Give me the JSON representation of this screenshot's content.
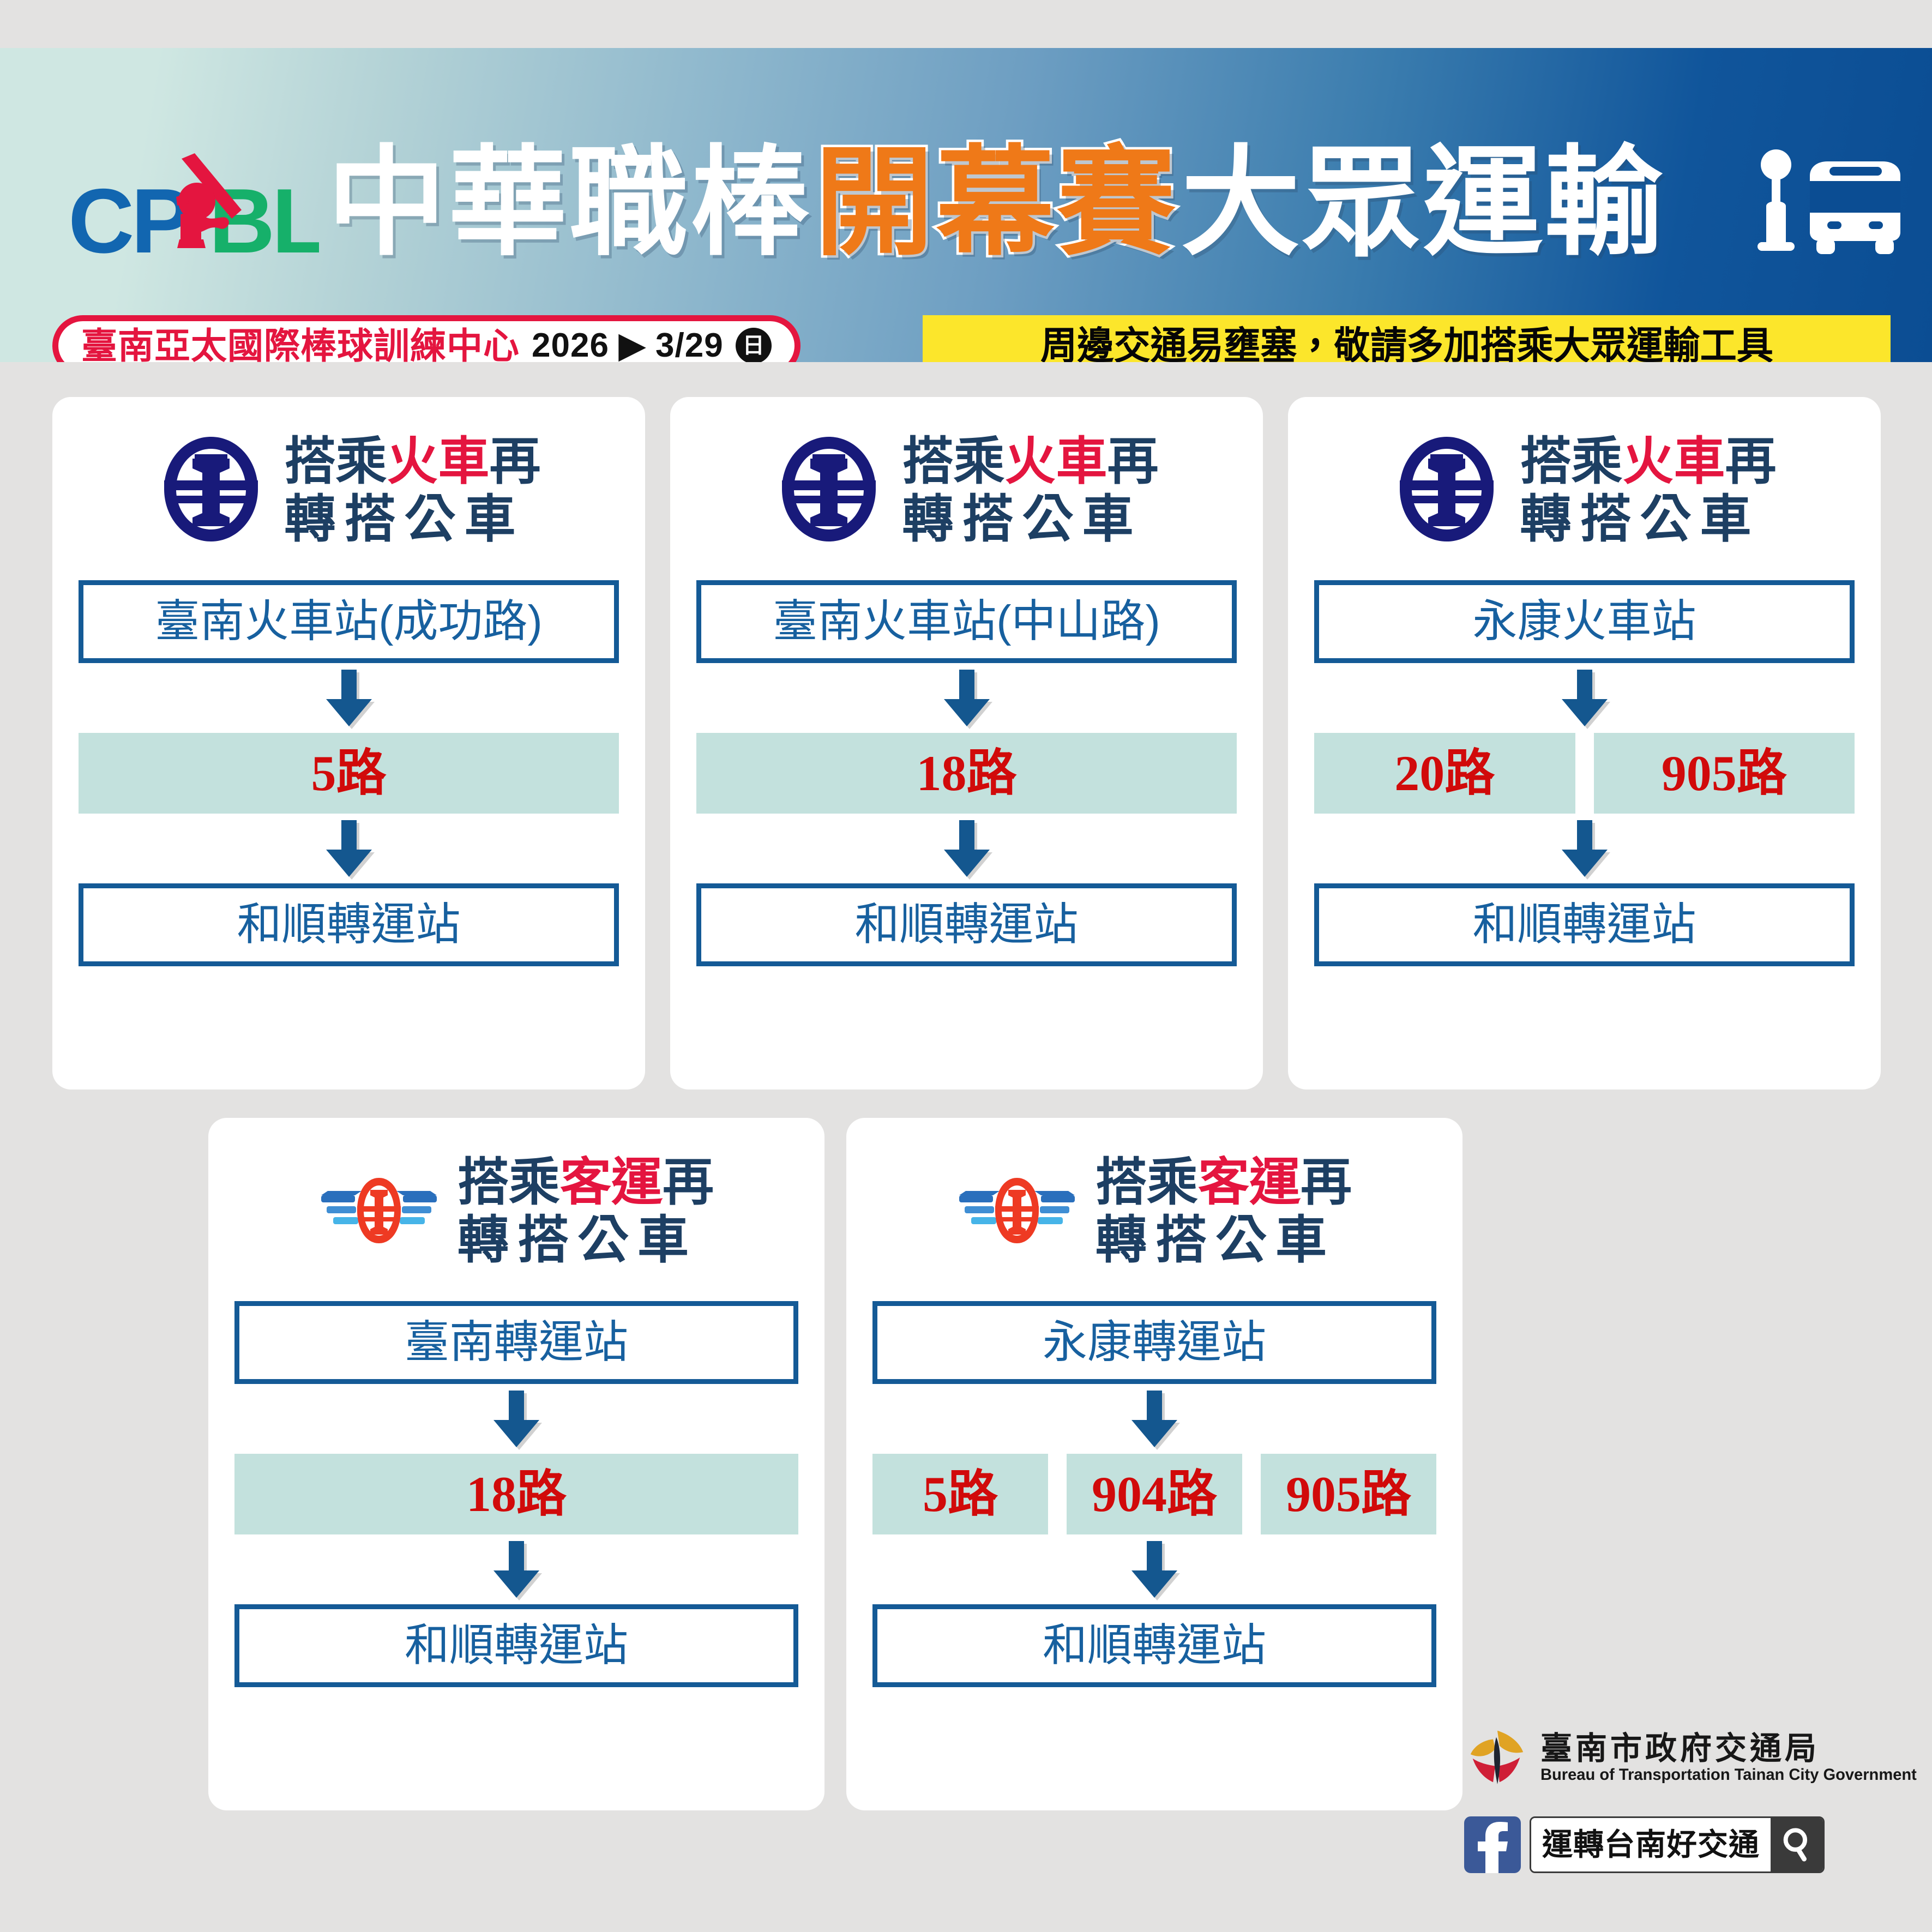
{
  "header": {
    "brand_logo": "cpbl-logo",
    "headline_segments": [
      {
        "text": "中華職棒",
        "style": "white"
      },
      {
        "text": "開幕賽",
        "style": "orange"
      },
      {
        "text": "大眾運輸",
        "style": "white"
      }
    ],
    "venue": {
      "name": "臺南亞太國際棒球訓練中心",
      "date": "2026 ▶ 3/29",
      "weekday": "日"
    },
    "notice": "周邊交通易壅塞，敬請多加搭乘大眾運輸工具",
    "icons": [
      "bus-stop-pole-icon",
      "bus-front-icon"
    ]
  },
  "cards": [
    {
      "logo": "taiwan-railway-logo",
      "title_line1_prefix": "搭乘",
      "title_line1_highlight": "火車",
      "title_line1_suffix": "再",
      "title_line2": "轉搭公車",
      "origin": "臺南火車站(成功路)",
      "routes": [
        "5路"
      ],
      "destination": "和順轉運站"
    },
    {
      "logo": "taiwan-railway-logo",
      "title_line1_prefix": "搭乘",
      "title_line1_highlight": "火車",
      "title_line1_suffix": "再",
      "title_line2": "轉搭公車",
      "origin": "臺南火車站(中山路)",
      "routes": [
        "18路"
      ],
      "destination": "和順轉運站"
    },
    {
      "logo": "taiwan-railway-logo",
      "title_line1_prefix": "搭乘",
      "title_line1_highlight": "火車",
      "title_line1_suffix": "再",
      "title_line2": "轉搭公車",
      "origin": "永康火車站",
      "routes": [
        "20路",
        "905路"
      ],
      "destination": "和順轉運站"
    },
    {
      "logo": "highway-bureau-logo",
      "title_line1_prefix": "搭乘",
      "title_line1_highlight": "客運",
      "title_line1_suffix": "再",
      "title_line2": "轉搭公車",
      "origin": "臺南轉運站",
      "routes": [
        "18路"
      ],
      "destination": "和順轉運站"
    },
    {
      "logo": "highway-bureau-logo",
      "title_line1_prefix": "搭乘",
      "title_line1_highlight": "客運",
      "title_line1_suffix": "再",
      "title_line2": "轉搭公車",
      "origin": "永康轉運站",
      "routes": [
        "5路",
        "904路",
        "905路"
      ],
      "destination": "和順轉運站"
    }
  ],
  "footer": {
    "agency_zh": "臺南市政府交通局",
    "agency_en": "Bureau of Transportation Tainan City Government",
    "facebook_page": "運轉台南好交通"
  },
  "colors": {
    "header_left": "#cfe7e2",
    "header_right": "#0b4d93",
    "accent_red": "#e4153f",
    "route_red": "#d10a0a",
    "box_blue": "#145a96",
    "chip_teal": "#c3e1dd",
    "notice_yellow": "#fce62b",
    "orange": "#ef7918",
    "page_bg": "#e3e2e1"
  }
}
